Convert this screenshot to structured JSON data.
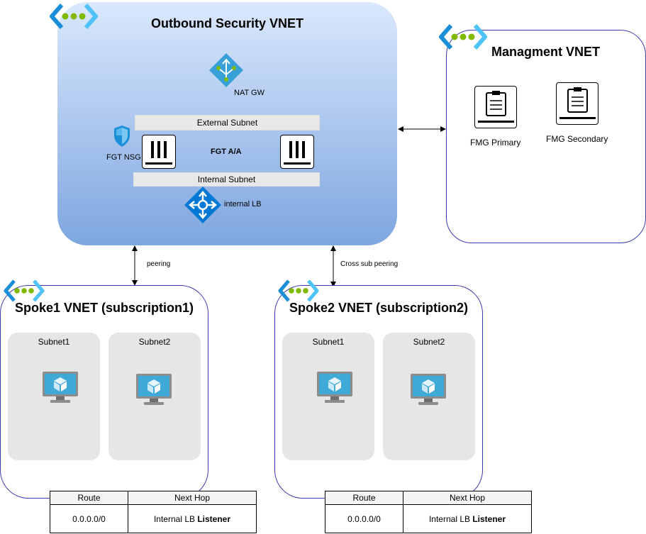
{
  "outbound": {
    "title": "Outbound Security VNET",
    "nat_gw": "NAT GW",
    "external_subnet": "External Subnet",
    "internal_subnet": "Internal Subnet",
    "fgt": "FGT A/A",
    "fgt_nsg": "FGT NSG",
    "internal_lb": "internal LB"
  },
  "management": {
    "title": "Managment VNET",
    "fmg_primary": "FMG Primary",
    "fmg_secondary": "FMG Secondary"
  },
  "links": {
    "peering": "peering",
    "cross_sub_peering": "Cross sub peering"
  },
  "spoke1": {
    "title": "Spoke1 VNET (subscription1)",
    "subnets": [
      "Subnet1",
      "Subnet2"
    ],
    "route_table": {
      "headers": [
        "Route",
        "Next Hop"
      ],
      "route": "0.0.0.0/0",
      "next_hop_prefix": "Internal LB",
      "next_hop_bold": "Listener"
    }
  },
  "spoke2": {
    "title": "Spoke2 VNET (subscription2)",
    "subnets": [
      "Subnet1",
      "Subnet2"
    ],
    "route_table": {
      "headers": [
        "Route",
        "Next Hop"
      ],
      "route": "0.0.0.0/0",
      "next_hop_prefix": "Internal LB",
      "next_hop_bold": "Listener"
    }
  },
  "colors": {
    "vnet_icon_blue": "#1a8fd8",
    "vnet_icon_green": "#7fba00",
    "azure_blue": "#0078d4",
    "vm_screen": "#3fa9d8"
  }
}
